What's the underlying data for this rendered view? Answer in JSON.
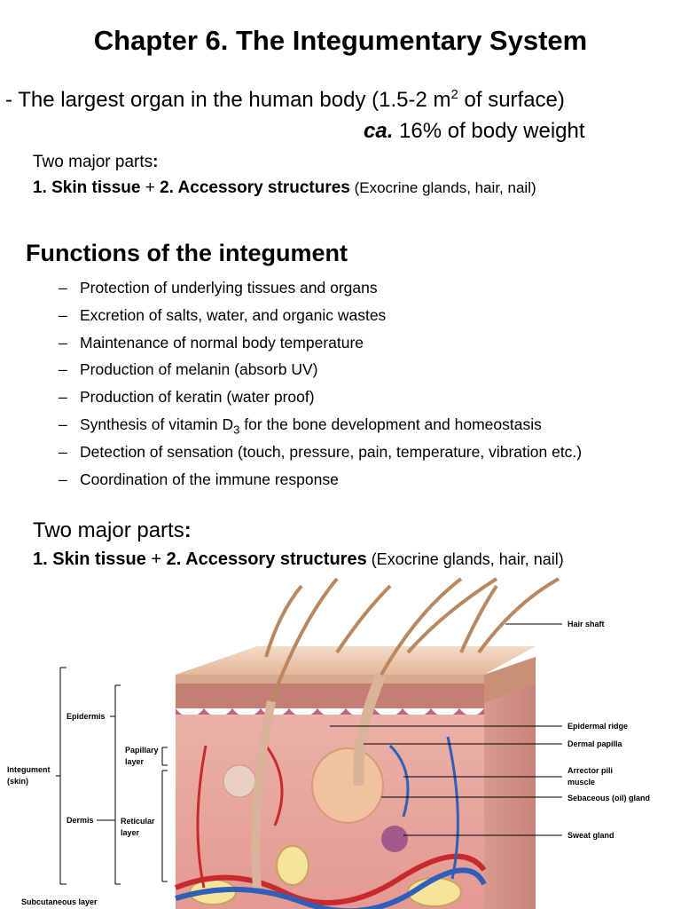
{
  "title": "Chapter 6. The Integumentary System",
  "intro": {
    "line1_prefix": "- The largest organ in the human body (1.5-2 m",
    "line1_sup": "2",
    "line1_suffix": " of surface)",
    "line2_prefix": "ca.",
    "line2_suffix": " 16% of body weight"
  },
  "parts_top": {
    "label": "Two major parts",
    "colon": ":",
    "item1": "1. Skin tissue",
    "plus": " + ",
    "item2": "2. Accessory structures",
    "note": " (Exocrine glands, hair, nail)"
  },
  "functions": {
    "heading": "Functions of the integument",
    "dash": "–",
    "items": [
      "Protection of underlying tissues and organs",
      "Excretion of salts, water, and organic wastes",
      "Maintenance of normal body temperature",
      "Production of melanin (absorb UV)",
      "Production of keratin (water proof)",
      "Synthesis of vitamin D",
      "Detection of sensation (touch, pressure, pain, temperature, vibration etc.)",
      "Coordination of the immune response"
    ],
    "item6_sub": "3",
    "item6_suffix": " for the bone development and homeostasis"
  },
  "parts_bottom": {
    "label": "Two major parts",
    "colon": ":",
    "item1": "1. Skin tissue",
    "plus": " + ",
    "item2": "2. Accessory structures",
    "note": " (Exocrine glands, hair, nail)"
  },
  "diagram": {
    "labels": {
      "hair_shaft": "Hair shaft",
      "epidermal_ridge": "Epidermal ridge",
      "dermal_papilla": "Dermal papilla",
      "arrector_pili_1": "Arrector pili",
      "arrector_pili_2": "muscle",
      "sebaceous_gland": "Sebaceous (oil) gland",
      "sweat_gland": "Sweat gland",
      "epidermis": "Epidermis",
      "papillary_1": "Papillary",
      "papillary_2": "layer",
      "integument_1": "Integument",
      "integument_2": "(skin)",
      "dermis": "Dermis",
      "reticular_1": "Reticular",
      "reticular_2": "layer",
      "subcutaneous": "Subcutaneous layer"
    }
  }
}
